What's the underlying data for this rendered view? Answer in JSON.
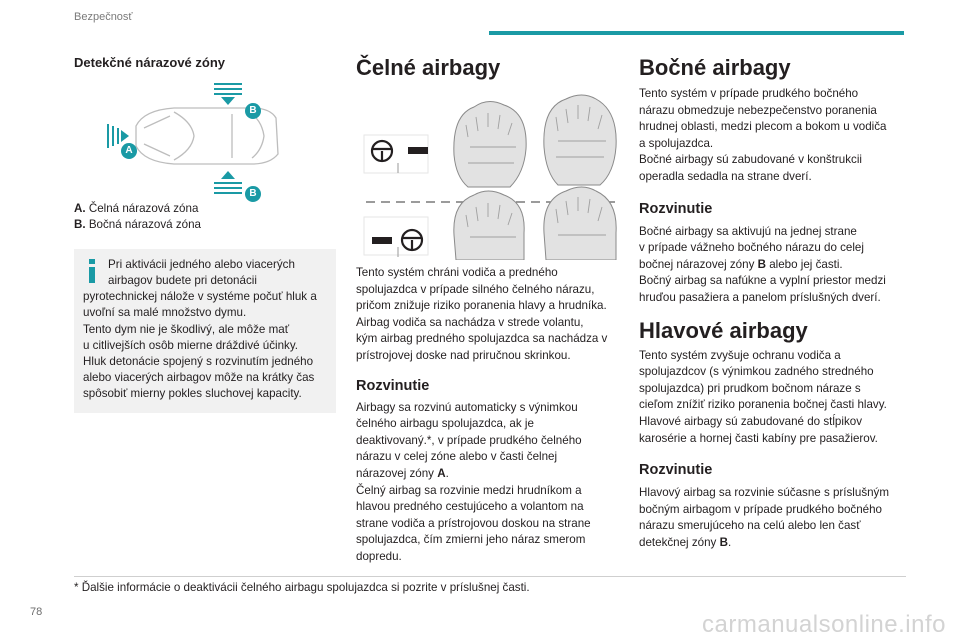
{
  "header": {
    "section": "Bezpečnosť"
  },
  "page_number": "78",
  "watermark": "carmanualsonline.info",
  "col1": {
    "title": "Detekčné nárazové zóny",
    "diagram": {
      "label_a": "A",
      "label_b_top": "B",
      "label_b_bottom": "B"
    },
    "legend": [
      {
        "key": "A.",
        "text": "Čelná nárazová zóna"
      },
      {
        "key": "B.",
        "text": "Bočná nárazová zóna"
      }
    ],
    "info": {
      "line1": "Pri aktivácii jedného alebo viacerých",
      "line2": "airbagov budete pri detonácii",
      "rest": [
        "pyrotechnickej náložе v systéme počuť hluk a",
        "uvoľní sa malé množstvo dymu.",
        "Tento dym nie je škodlivý, ale môže mať",
        "u citlivejších osôb mierne dráždivé účinky.",
        "Hluk detonácie spojený s rozvinutím jedného",
        "alebo viacerých airbagov môže na krátky čas",
        "spôsobiť mierny pokles sluchovej kapacity."
      ]
    }
  },
  "col2": {
    "title": "Čelné airbagy",
    "intro": [
      "Tento systém chráni vodiča a predného",
      "spolujazdca v prípade silného čelného nárazu,",
      "pričom znižuje riziko poranenia hlavy a hrudníka.",
      "Airbag vodiča sa nachádza v strede volantu,",
      "kým airbag predného spolujazdca sa nachádza v",
      "prístrojovej doske nad priručnou skrinkou."
    ],
    "subtitle": "Rozvinutie",
    "body_pre": [
      "Airbagy sa rozvinú automaticky s výnimkou",
      "čelného airbagu spolujazdca, ak je",
      "deaktivovaný.*, v prípade prudkého čelného",
      "nárazu v celej zóne alebo v časti čelnej"
    ],
    "zone_prefix": "nárazovej zóny ",
    "zone_letter": "A",
    "zone_suffix": ".",
    "body_post": [
      "Čelný airbag sa rozvinie medzi hrudníkom a",
      "hlavou predného cestujúceho a volantom na",
      "strane vodiča a prístrojovou doskou na strane",
      "spolujazdca, čím zmierni jeho náraz smerom",
      "dopredu."
    ]
  },
  "col3": {
    "title1": "Bočné airbagy",
    "intro1": [
      "Tento systém v prípade prudkého bočného",
      "nárazu obmedzuje nebezpečenstvo poranenia",
      "hrudnej oblasti, medzi plecom a bokom u vodiča",
      "a spolujazdca.",
      "Bočné airbagy sú zabudované v konštrukcii",
      "operadla sedadla na strane dverí."
    ],
    "sub1": "Rozvinutie",
    "body1_a": [
      "Bočné airbagy sa aktivujú na jednej strane",
      "v prípade vážneho bočného nárazu do celej"
    ],
    "body1_b_prefix": "bočnej nárazovej zóny ",
    "body1_b_letter": "B",
    "body1_b_suffix": " alebo jej časti.",
    "body1_c": [
      "Bočný airbag sa nafúkne a vyplní priestor medzi",
      "hruďou pasažiera a panelom príslušných dverí."
    ],
    "title2": "Hlavové airbagy",
    "intro2": [
      "Tento systém zvyšuje ochranu vodiča a",
      "spolujazdcov (s výnimkou zadného stredného",
      "spolujazdca) pri prudkom bočnom náraze s",
      "cieľom znížiť riziko poranenia bočnej časti hlavy.",
      "Hlavové airbagy sú zabudované do stĺpikov",
      "karosérie a hornej časti kabíny pre pasažierov."
    ],
    "sub2": "Rozvinutie",
    "body2": [
      "Hlavový airbag sa rozvinie súčasne s príslušným",
      "bočným airbagom v prípade prudkého bočného",
      "nárazu smerujúceho na celú alebo len časť"
    ],
    "body2_last_prefix": "detekčnej zóny ",
    "body2_last_letter": "B",
    "body2_last_suffix": "."
  },
  "footnote": "* Ďalšie informácie o deaktivácii čelného airbagu spolujazdca si pozrite v príslušnej časti.",
  "colors": {
    "accent": "#1a9aa5",
    "info_bg": "#f1f1f1",
    "badge": "#1a9aa5",
    "airbag": "#e2e2e2"
  }
}
